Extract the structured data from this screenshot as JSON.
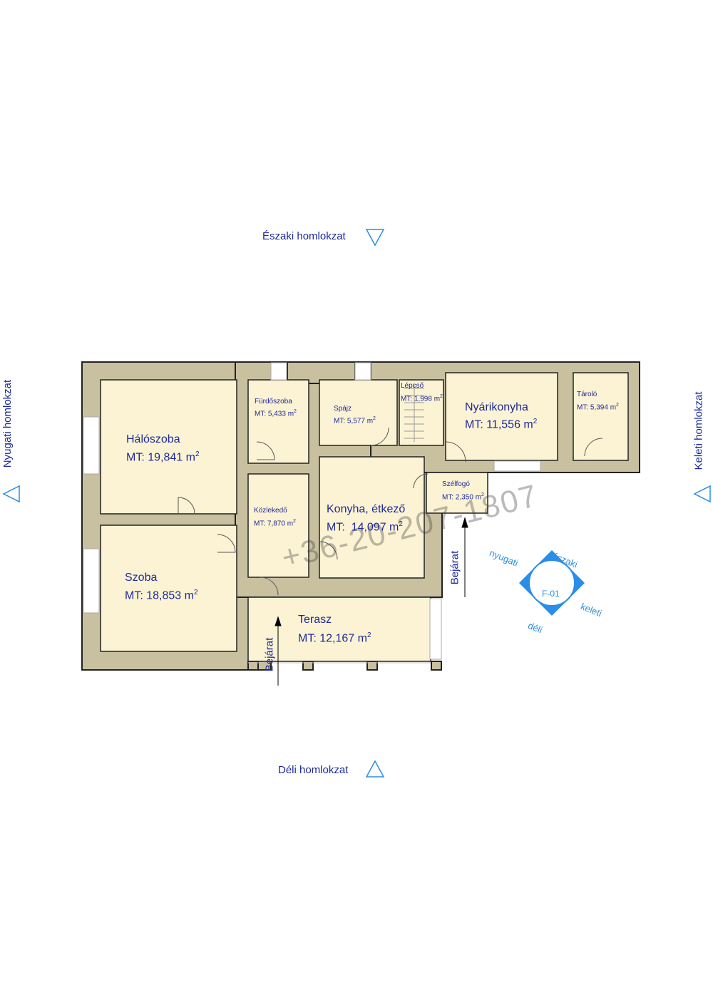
{
  "elevations": {
    "north": "Északi homlokzat",
    "south": "Déli homlokzat",
    "west": "Nyugati homlokzat",
    "east": "Keleti homlokzat"
  },
  "rooms": {
    "haloszoba": {
      "name": "Hálószoba",
      "area": "MT: 19,841 m",
      "sup": "2"
    },
    "szoba": {
      "name": "Szoba",
      "area": "MT: 18,853 m",
      "sup": "2"
    },
    "furdoszoba": {
      "name": "Fürdőszoba",
      "area": "MT: 5,433 m",
      "sup": "2"
    },
    "spajz": {
      "name": "Spájz",
      "area": "MT: 5,577 m",
      "sup": "2"
    },
    "lepcso": {
      "name": "Lépcső",
      "area": "MT: 1,998 m",
      "sup": "2"
    },
    "nyarikonyha": {
      "name": "Nyárikonyha",
      "area": "MT: 11,556 m",
      "sup": "2"
    },
    "tarolo": {
      "name": "Tároló",
      "area": "MT: 5,394 m",
      "sup": "2"
    },
    "kozlekedo": {
      "name": "Közlekedő",
      "area": "MT: 7,870 m",
      "sup": "2"
    },
    "konyha": {
      "name": "Konyha, étkező",
      "area": "MT:  14,097 m",
      "sup": "2"
    },
    "szelfogo": {
      "name": "Szélfogó",
      "area": "MT: 2,350 m",
      "sup": "2"
    },
    "terasz": {
      "name": "Terasz",
      "area": "MT: 12,167 m",
      "sup": "2"
    }
  },
  "entrances": {
    "label": "Bejárat"
  },
  "compass": {
    "code": "F-01",
    "north": "északi",
    "west": "nyugati",
    "east": "keleti",
    "south": "déli"
  },
  "watermark": "+36-20-207-1807",
  "colors": {
    "wall": "#c9c0a0",
    "room_fill": "#fcf3d4",
    "text": "#1c2a9a",
    "accent": "#2a8de8"
  }
}
